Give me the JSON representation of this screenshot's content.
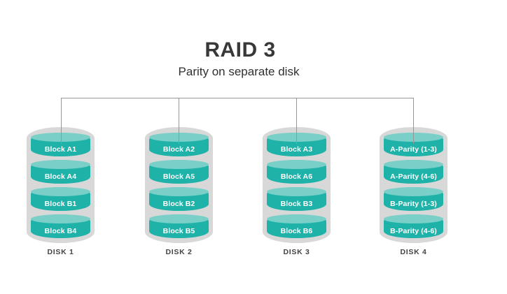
{
  "title": "RAID 3",
  "subtitle": "Parity on separate disk",
  "disks": [
    {
      "label": "DISK 1",
      "blocks": [
        "Block A1",
        "Block A4",
        "Block B1",
        "Block B4"
      ]
    },
    {
      "label": "DISK 2",
      "blocks": [
        "Block A2",
        "Block A5",
        "Block B2",
        "Block B5"
      ]
    },
    {
      "label": "DISK 3",
      "blocks": [
        "Block A3",
        "Block A6",
        "Block B3",
        "Block B6"
      ]
    },
    {
      "label": "DISK 4",
      "blocks": [
        "A-Parity (1-3)",
        "A-Parity (4-6)",
        "B-Parity (1-3)",
        "B-Parity (4-6)"
      ]
    }
  ],
  "colors": {
    "block": "#1fb2a9",
    "block_top": "#7ad0c8",
    "block_text": "#ffffff",
    "shell": "#d8d8d8",
    "line": "#979797",
    "heading": "#383838",
    "subheading": "#303030",
    "disk_label": "#444444"
  }
}
